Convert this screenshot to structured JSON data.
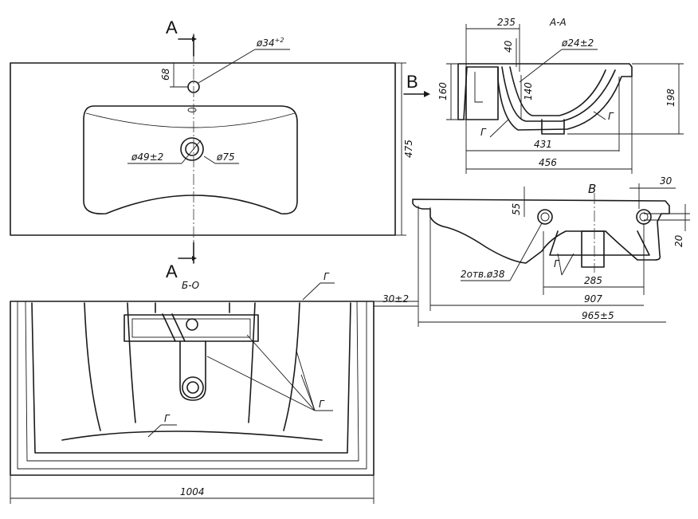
{
  "labels": {
    "sectionA": "A",
    "sectionAA": "A-A",
    "viewB": "B",
    "viewB2": "B",
    "viewBO": "Б-О",
    "gAA1": "Г",
    "gAA2": "Г",
    "gB": "Г",
    "gBO1": "Г",
    "gBO2": "Г",
    "gBO3": "Г"
  },
  "dims": {
    "d34": "ø34",
    "d34sup": "+2",
    "d68": "68",
    "d49": "ø49±2",
    "d75": "ø75",
    "d475": "475",
    "d235": "235",
    "d40": "40",
    "d24": "ø24±2",
    "d160": "160",
    "d140": "140",
    "d198": "198",
    "d431": "431",
    "d456": "456",
    "d30": "30",
    "d55": "55",
    "d20": "20",
    "d2otv": "2отв.ø38",
    "d285": "285",
    "d907": "907",
    "d965": "965±5",
    "d30pm": "30±2",
    "d1004": "1004"
  }
}
